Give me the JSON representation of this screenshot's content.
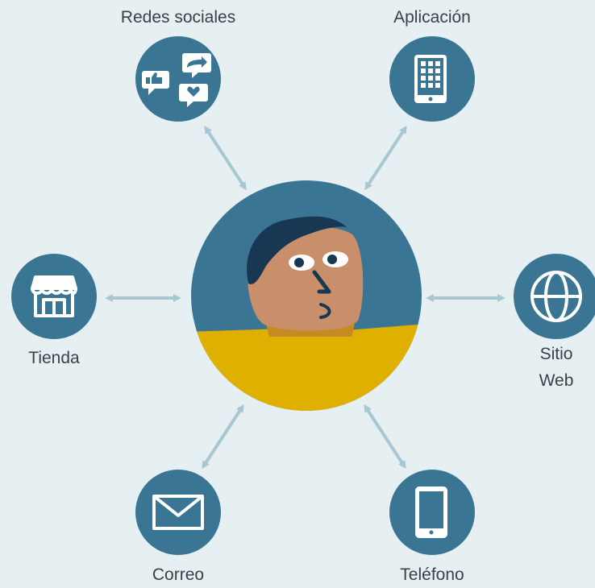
{
  "colors": {
    "background": "#e6f0f3",
    "node": "#3a7694",
    "arrow": "#a9c6d3",
    "icon": "#ffffff",
    "center_top": "#3a7694",
    "center_bottom": "#dfb000",
    "skin": "#c98f6a",
    "hair": "#173752",
    "text": "#3b4146"
  },
  "center": {
    "icon": "customer-face-icon"
  },
  "nodes": {
    "social": {
      "label": "Redes sociales",
      "icon": "social-media-icon"
    },
    "app": {
      "label": "Aplicación",
      "icon": "mobile-app-icon"
    },
    "store": {
      "label": "Tienda",
      "icon": "storefront-icon"
    },
    "web": {
      "label_line1": "Sitio",
      "label_line2": "Web",
      "icon": "globe-icon"
    },
    "mail": {
      "label": "Correo",
      "icon": "envelope-icon"
    },
    "phone": {
      "label": "Teléfono",
      "icon": "phone-icon"
    }
  }
}
